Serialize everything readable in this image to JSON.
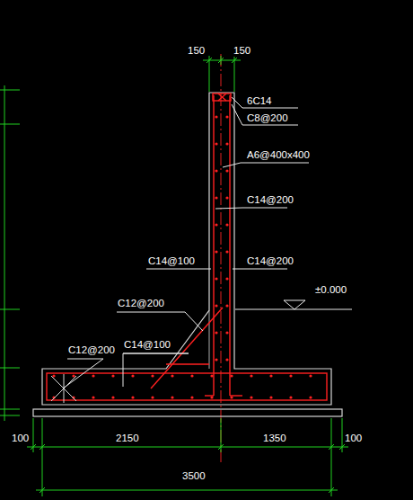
{
  "diagram": {
    "labels": [
      "150",
      "150",
      "6C14",
      "C8@200",
      "A6@400x400",
      "C14@200",
      "C14@100",
      "C14@200",
      "±0.000",
      "C12@200",
      "C12@200",
      "C14@100",
      "100",
      "2150",
      "1350",
      "100",
      "3500"
    ]
  }
}
